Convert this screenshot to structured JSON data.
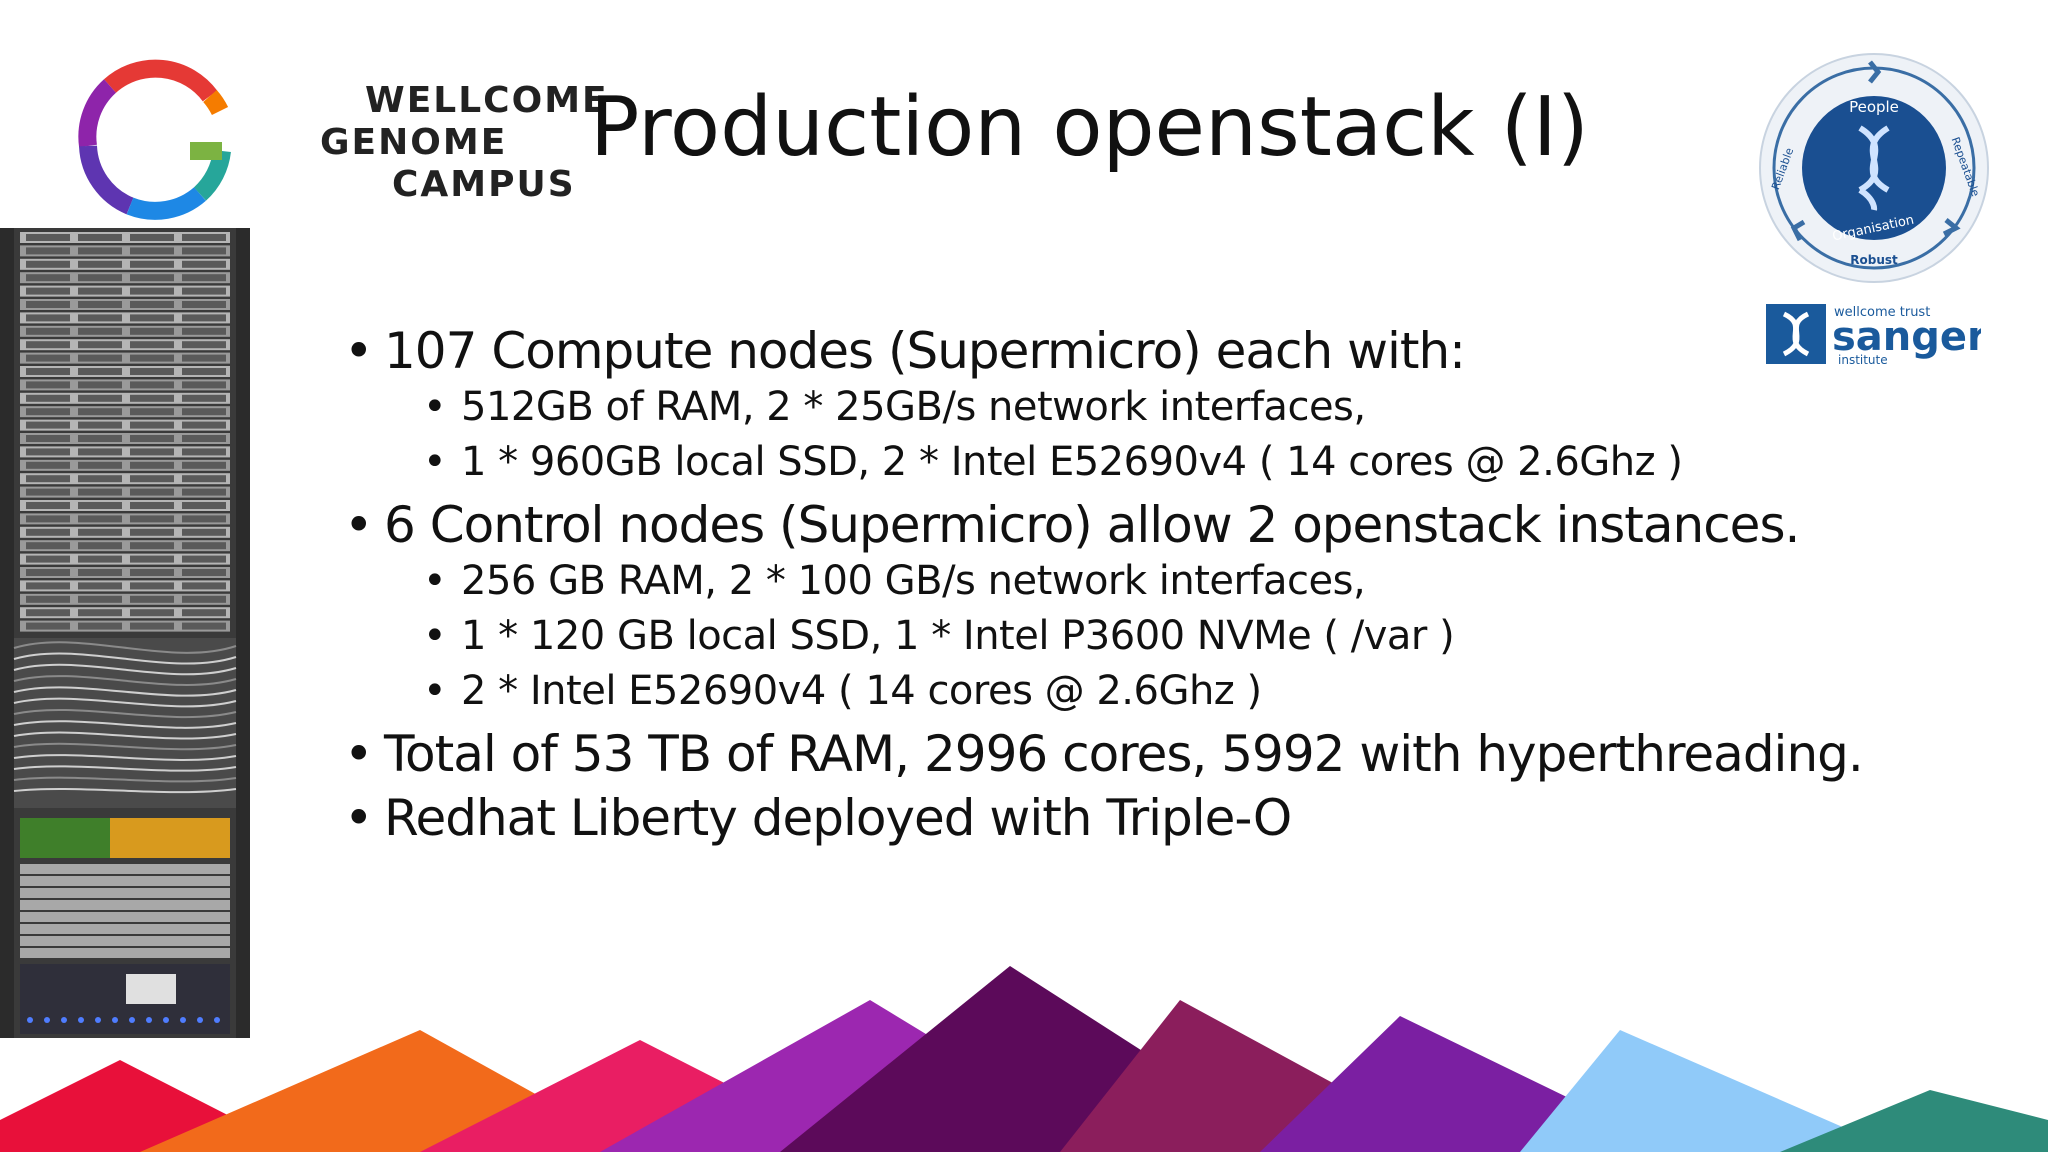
{
  "logo": {
    "line1": "WELLCOME",
    "line2": "GENOME",
    "line3": "CAMPUS"
  },
  "title": "Production openstack (I)",
  "badge": {
    "top": "People",
    "left": "Reliable",
    "right": "Repeatable",
    "bottom": "Organisation",
    "footer": "Robust"
  },
  "sanger": {
    "small": "wellcome trust",
    "big": "sanger",
    "sub": "institute"
  },
  "bullets": [
    {
      "text": "107 Compute nodes (Supermicro) each with:",
      "sub": [
        "512GB of RAM, 2 * 25GB/s network interfaces,",
        "1 * 960GB local SSD, 2 * Intel E52690v4 ( 14 cores @ 2.6Ghz )"
      ]
    },
    {
      "text": "6 Control nodes (Supermicro) allow 2 openstack instances.",
      "sub": [
        "256 GB RAM, 2 * 100 GB/s network interfaces,",
        "1 * 120 GB local SSD, 1 * Intel P3600 NVMe ( /var )",
        "2 * Intel E52690v4 ( 14 cores @ 2.6Ghz )"
      ]
    },
    {
      "text": "Total of 53 TB of RAM, 2996 cores, 5992 with hyperthreading.",
      "sub": []
    },
    {
      "text": "Redhat Liberty deployed with Triple-O",
      "sub": []
    }
  ],
  "colors": {
    "wgc_ring": [
      "#e53935",
      "#f57c00",
      "#7cb342",
      "#26a69a",
      "#1e88e5",
      "#8e24aa"
    ],
    "badge_blue": "#1a4f91",
    "mountains": [
      "#e8103a",
      "#f26a1b",
      "#e91e63",
      "#9c27b0",
      "#5c0a5a",
      "#8b1e5c",
      "#7b1fa2",
      "#90caf9",
      "#2e8b7a"
    ]
  }
}
